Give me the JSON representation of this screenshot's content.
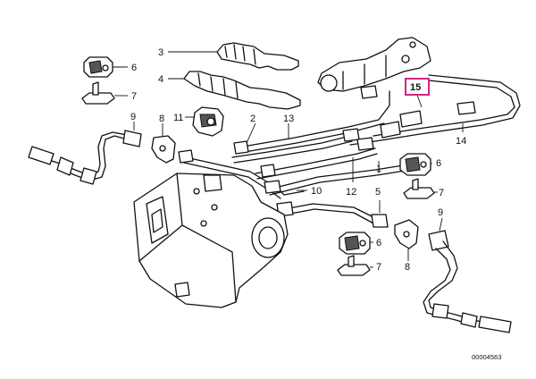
{
  "labels": {
    "p1": "1",
    "p2": "2",
    "p3": "3",
    "p4": "4",
    "p5": "5",
    "p6a": "6",
    "p6b": "6",
    "p6c": "6",
    "p7a": "7",
    "p7b": "7",
    "p7c": "7",
    "p8a": "8",
    "p8b": "8",
    "p9a": "9",
    "p9b": "9",
    "p10": "10",
    "p11": "11",
    "p12": "12",
    "p13": "13",
    "p14": "14",
    "p15": "15"
  },
  "highlighted_part": "15",
  "highlight_color": "#d6247f",
  "reference_number": "00004563"
}
